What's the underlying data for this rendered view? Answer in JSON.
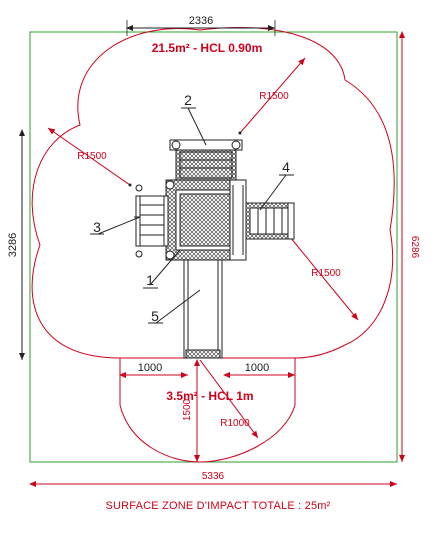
{
  "colors": {
    "green_boundary": "#2ea02e",
    "impact_zone_red": "#d0021b",
    "structure_black": "#222222"
  },
  "dimensions": {
    "top_width": "2336",
    "left_height": "3286",
    "right_height": "6286",
    "bottom_width": "5336",
    "slide_left": "1000",
    "slide_right": "1000",
    "slide_length": "1500"
  },
  "radii": {
    "top_right": "R1500",
    "top_left": "R1500",
    "right": "R1500",
    "slide": "R1000"
  },
  "zones": {
    "main": "21.5m² - HCL 0.90m",
    "slide": "3.5m² - HCL 1m"
  },
  "callouts": [
    "1",
    "2",
    "3",
    "4",
    "5"
  ],
  "footer": "SURFACE ZONE D'IMPACT TOTALE : 25m²"
}
